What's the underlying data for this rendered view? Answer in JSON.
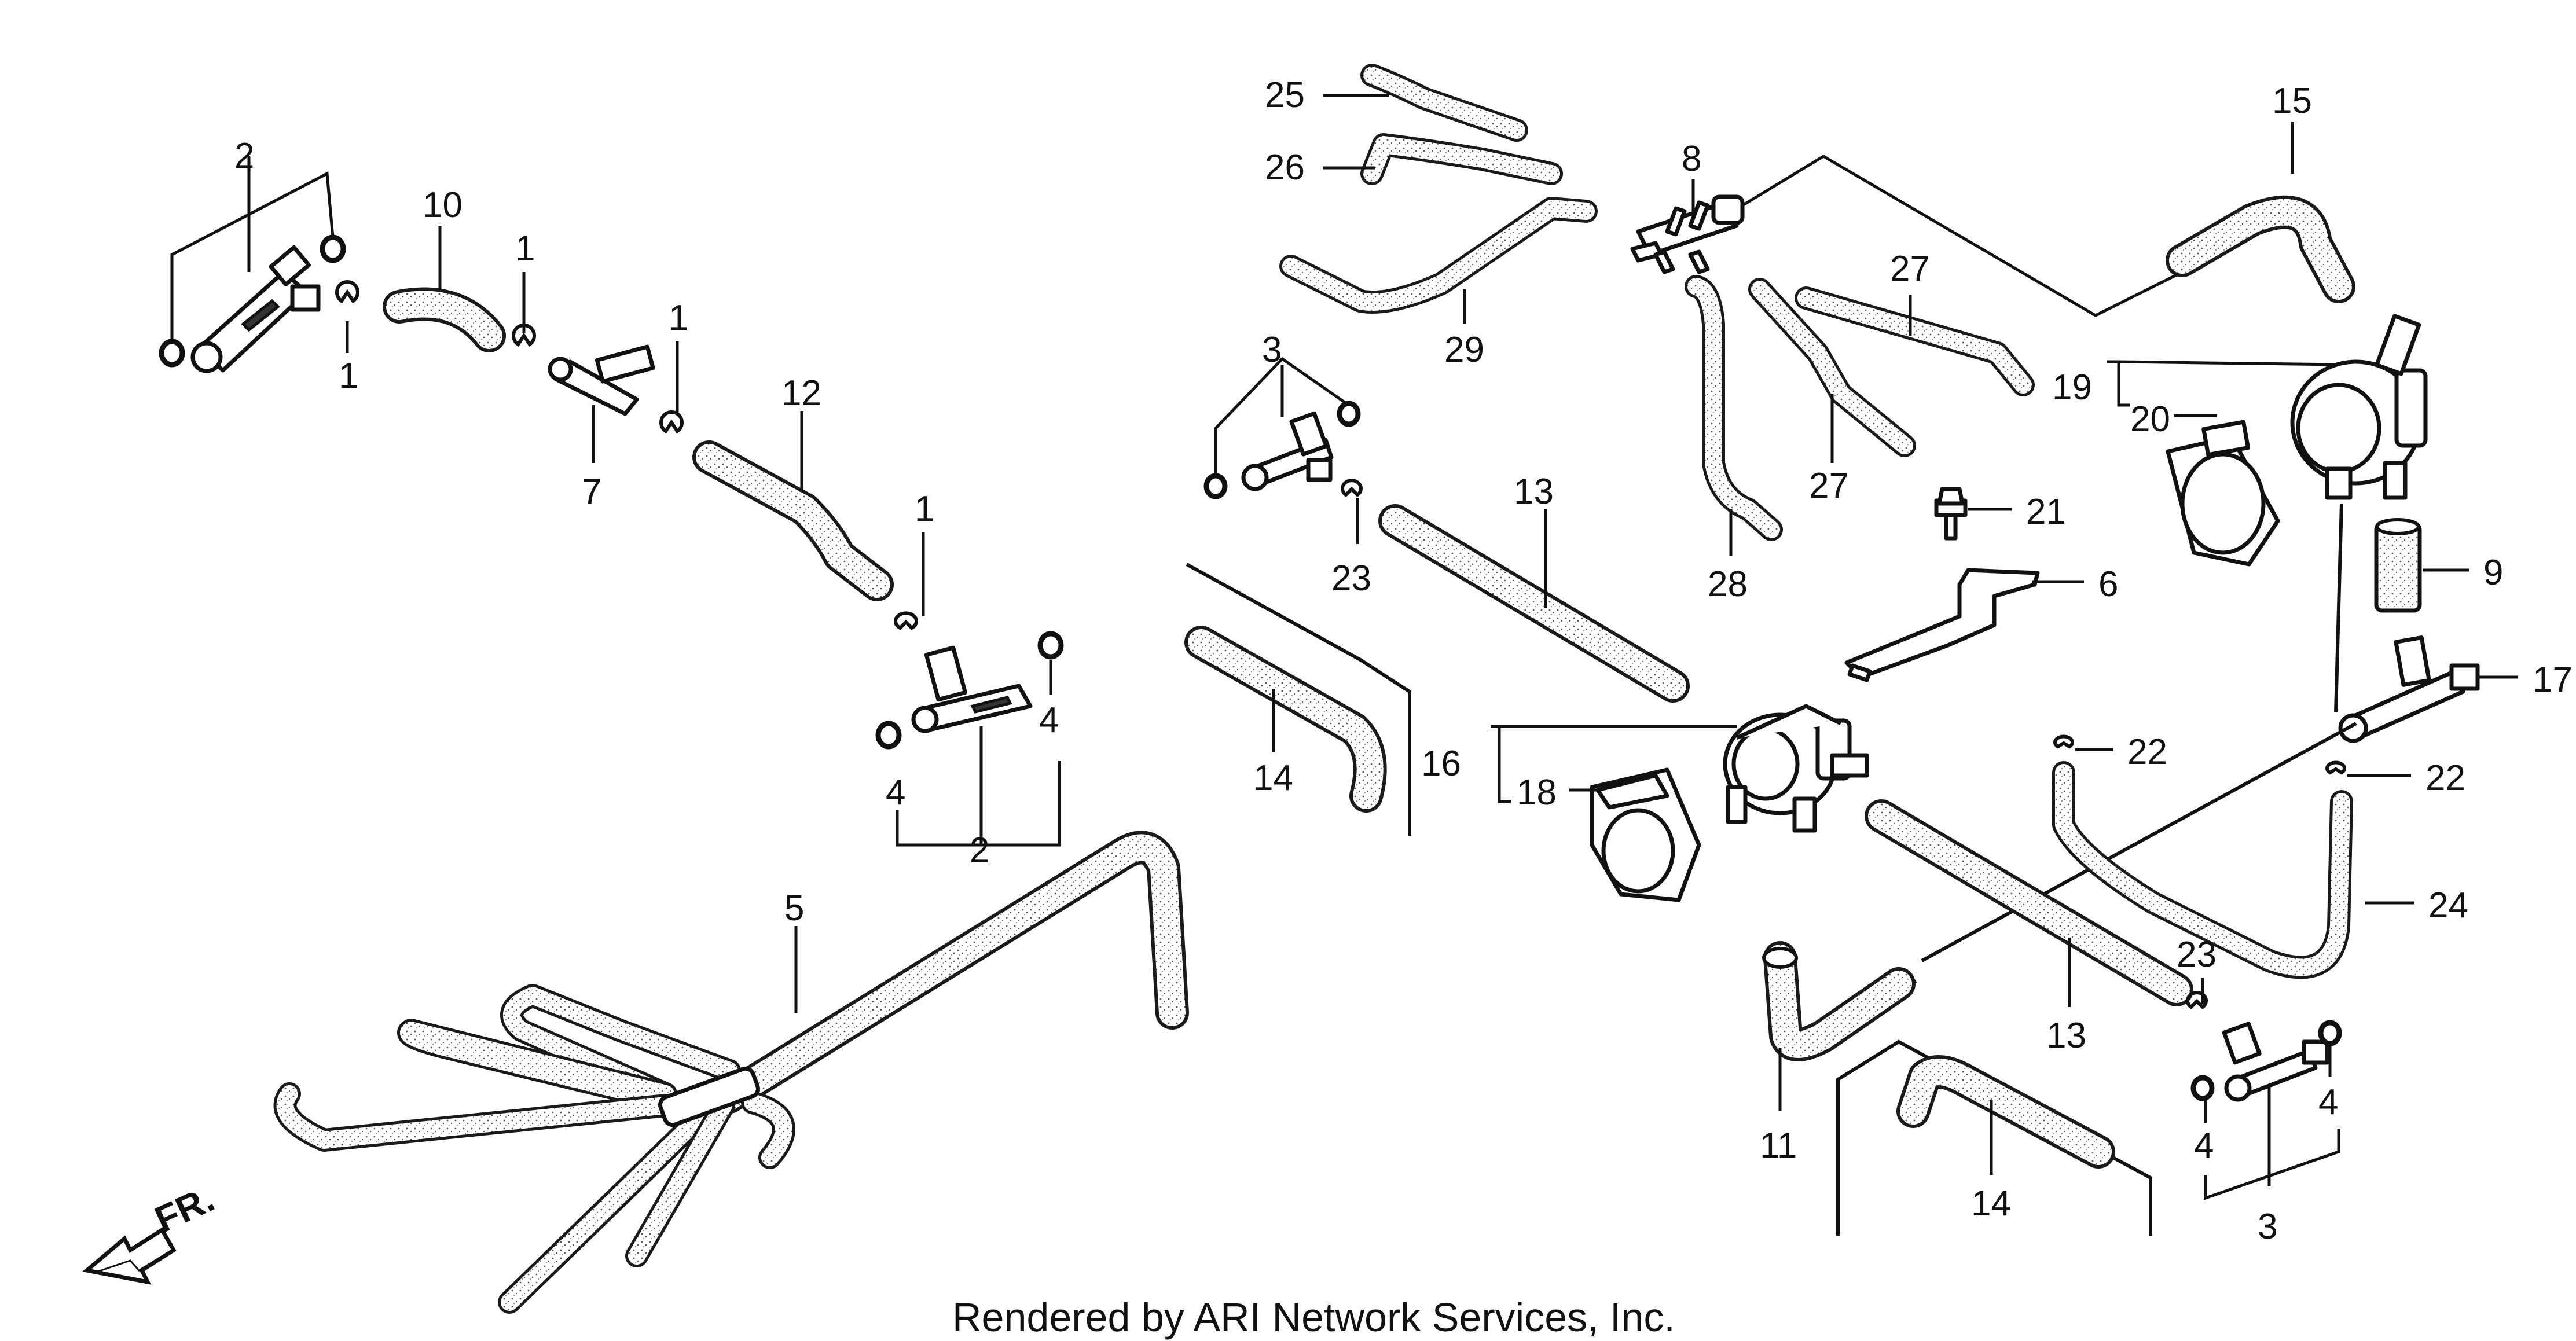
{
  "diagram": {
    "callouts": {
      "c_2_top": "2",
      "c_10": "10",
      "c_1_a": "1",
      "c_1_b": "1",
      "c_1_c": "1",
      "c_1_d": "1",
      "c_7": "7",
      "c_12": "12",
      "c_4_a": "4",
      "c_4_b": "4",
      "c_2_bot": "2",
      "c_5": "5",
      "c_25": "25",
      "c_26": "26",
      "c_8": "8",
      "c_15": "15",
      "c_29": "29",
      "c_27_a": "27",
      "c_27_b": "27",
      "c_28": "28",
      "c_3_top": "3",
      "c_23_a": "23",
      "c_13_a": "13",
      "c_14_a": "14",
      "c_21": "21",
      "c_19": "19",
      "c_20": "20",
      "c_9": "9",
      "c_6": "6",
      "c_16": "16",
      "c_18": "18",
      "c_17": "17",
      "c_22_a": "22",
      "c_22_b": "22",
      "c_24": "24",
      "c_23_b": "23",
      "c_13_b": "13",
      "c_11": "11",
      "c_14_b": "14",
      "c_4_c": "4",
      "c_4_d": "4",
      "c_3_bot": "3"
    },
    "front_indicator": "FR.",
    "credit": "Rendered by ARI Network Services, Inc."
  }
}
